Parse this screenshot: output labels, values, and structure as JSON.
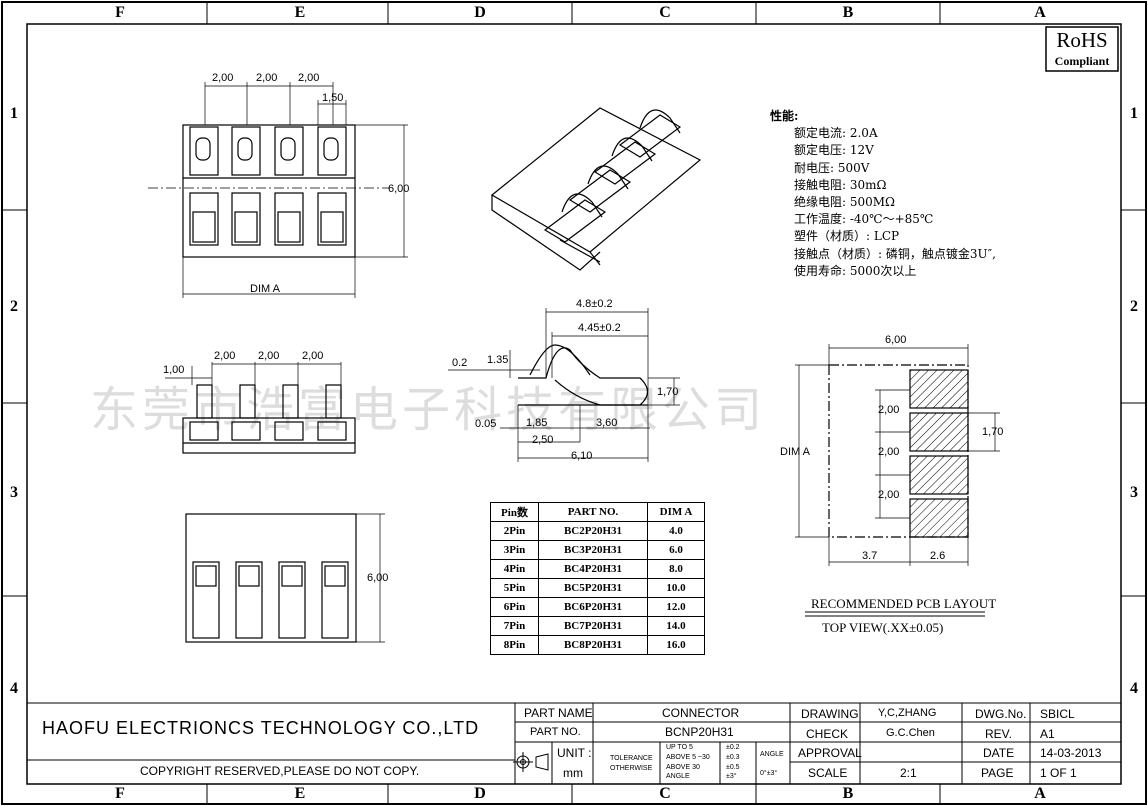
{
  "zones": {
    "cols": [
      "F",
      "E",
      "D",
      "C",
      "B",
      "A"
    ],
    "rows": [
      "1",
      "2",
      "3",
      "4"
    ]
  },
  "rohs": {
    "title": "RoHS",
    "sub": "Compliant"
  },
  "watermark": "东莞市浩富电子科技有限公司",
  "specs": {
    "title": "性能:",
    "items": [
      "额定电流: 2.0A",
      "额定电压: 12V",
      "耐电压: 500V",
      "接触电阻: 30mΩ",
      "绝缘电阻: 500MΩ",
      "工作温度: -40℃～+85℃",
      "塑件（材质）: LCP",
      "接触点（材质）: 磷铜，触点镀金3U″,",
      "使用寿命: 5000次以上"
    ]
  },
  "dims": {
    "top_pitch": [
      "2,00",
      "2,00",
      "2,00"
    ],
    "top_w": "1,50",
    "top_h": "6,00",
    "dim_a": "DIM A",
    "side_pitch": [
      "2,00",
      "2,00",
      "2,00"
    ],
    "side_w": "1,00",
    "bot_h": "6,00",
    "c_48": "4.8±0.2",
    "c_445": "4.45±0.2",
    "c_02": "0.2",
    "c_135": "1.35",
    "c_170": "1,70",
    "c_005": "0.05",
    "c_185": "1,85",
    "c_360": "3,60",
    "c_250": "2,50",
    "c_610": "6,10",
    "p_600": "6,00",
    "p_a": "2,00",
    "p_b": "2,00",
    "p_c": "2,00",
    "p_170": "1,70",
    "p_dima": "DIM A",
    "p_37": "3.7",
    "p_26": "2.6",
    "pcb_title": "RECOMMENDED PCB LAYOUT",
    "pcb_sub": "TOP VIEW(.XX±0.05)"
  },
  "pin_table": {
    "headers": [
      "Pin数",
      "PART NO.",
      "DIM A"
    ],
    "rows": [
      [
        "2Pin",
        "BC2P20H31",
        "4.0"
      ],
      [
        "3Pin",
        "BC3P20H31",
        "6.0"
      ],
      [
        "4Pin",
        "BC4P20H31",
        "8.0"
      ],
      [
        "5Pin",
        "BC5P20H31",
        "10.0"
      ],
      [
        "6Pin",
        "BC6P20H31",
        "12.0"
      ],
      [
        "7Pin",
        "BC7P20H31",
        "14.0"
      ],
      [
        "8Pin",
        "BC8P20H31",
        "16.0"
      ]
    ]
  },
  "title_block": {
    "company": "HAOFU ELECTRIONCS TECHNOLOGY CO.,LTD",
    "copyright": "COPYRIGHT RESERVED,PLEASE DO NOT COPY.",
    "part_name_label": "PART NAME",
    "part_name": "CONNECTOR",
    "part_no_label": "PART NO.",
    "part_no": "BCNP20H31",
    "unit_label": "UNIT :",
    "unit": "mm",
    "tol_label1": "TOLERANCE",
    "tol_label2": "OTHERWISE",
    "tol_r1": "UP TO 5",
    "tol_v1": "±0.2",
    "tol_r2": "ABOVE 5 ~30",
    "tol_v2": "±0.3",
    "tol_r3": "ABOVE 30",
    "tol_v3": "±0.5",
    "tol_r4": "ANGLE",
    "tol_v4": "±3°",
    "angle_label": "ANGLE",
    "angle_val": "0°±3°",
    "drawing_label": "DRAWING",
    "drawing": "Y,C,ZHANG",
    "check_label": "CHECK",
    "check": "G.C.Chen",
    "approval_label": "APPROVAL",
    "scale_label": "SCALE",
    "scale": "2:1",
    "dwg_label": "DWG.No.",
    "dwg": "SBICL",
    "rev_label": "REV.",
    "rev": "A1",
    "date_label": "DATE",
    "date": "14-03-2013",
    "page_label": "PAGE",
    "page": "1 OF 1"
  }
}
